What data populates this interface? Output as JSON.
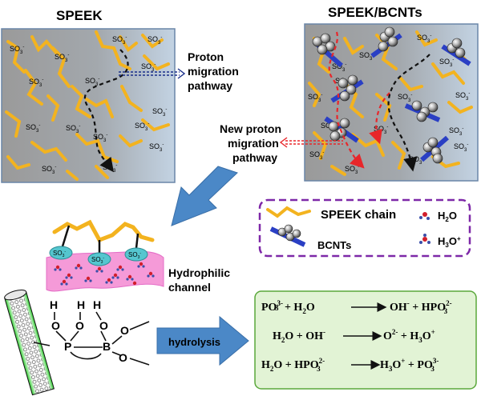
{
  "panels": {
    "speek_title": "SPEEK",
    "composite_title": "SPEEK/BCNTs",
    "so3_label": "SO",
    "so3_sub": "3",
    "so3_sup": "-"
  },
  "annotations": {
    "proton_pathway": [
      "Proton",
      "migration",
      "pathway"
    ],
    "new_proton_pathway": [
      "New proton",
      "migration",
      "pathway"
    ],
    "hydrophilic_channel": [
      "Hydrophilic",
      "channel"
    ],
    "hydrolysis": "hydrolysis"
  },
  "legend": {
    "speek_chain": "SPEEK chain",
    "bcnts": "BCNTs",
    "water": {
      "base": "H",
      "sub": "2",
      "tail": "O"
    },
    "hydronium": {
      "base": "H",
      "sub": "3",
      "tail": "O",
      "sup": "+"
    }
  },
  "molecule": {
    "hydrogens": [
      "H",
      "H",
      "H"
    ],
    "oxygens": [
      "O",
      "O",
      "O",
      "O",
      "O"
    ],
    "p": "P",
    "b": "B"
  },
  "reactions": {
    "r1": {
      "lhs": "PO",
      "lhs_sub": "3",
      "lhs_sup": "3-",
      "plus1": " + H",
      "h2o_sub": "2",
      "o": "O",
      "rhs": "OH",
      "rhs_sup": "-",
      "plus2": " + HPO",
      "rhs2_sub": "3",
      "rhs2_sup": "2-"
    },
    "r2": {
      "lhs": "H",
      "lhs_sub": "2",
      "lhs_tail": "O + OH",
      "lhs_sup": "-",
      "rhs": "O",
      "rhs_sup": "2-",
      "plus": " + H",
      "rhs_sub": "3",
      "rhs_tail": "O",
      "rhs_sup2": "+"
    },
    "r3": {
      "lhs": "H",
      "lhs_sub": "2",
      "lhs_tail": "O + HPO",
      "lhs_sub2": "3",
      "lhs_sup": "2-",
      "rhs": "H",
      "rhs_sub": "3",
      "rhs_tail": "O",
      "rhs_sup": "+",
      "plus": " + PO",
      "rhs_sub2": "3",
      "rhs_sup2": "3-"
    }
  },
  "colors": {
    "chain": "#f3b31f",
    "bcnt_bar": "#2a3fc4",
    "red_path": "#e8262a",
    "channel": "#f59ad8",
    "so3_bubble": "#55c6cf",
    "legend_border": "#7e28a8",
    "reaction_box": "#e2f3d5",
    "reaction_border": "#5aa83b",
    "big_arrow": "#4b88c7"
  }
}
